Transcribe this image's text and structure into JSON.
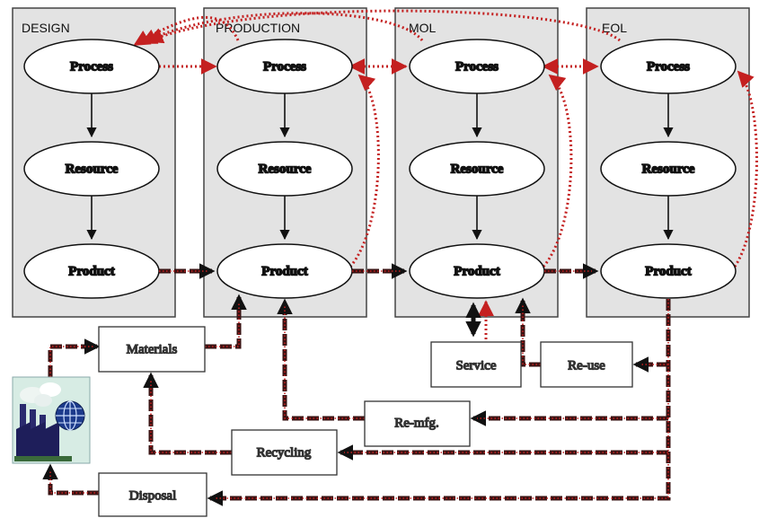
{
  "phases": [
    {
      "label": "DESIGN"
    },
    {
      "label": "PRODUCTION"
    },
    {
      "label": "MOL"
    },
    {
      "label": "EOL"
    }
  ],
  "nodes": {
    "process": "Process",
    "resource": "Resource",
    "product": "Product"
  },
  "boxes": {
    "materials": "Materials",
    "service": "Service",
    "reuse": "Re-use",
    "remfg": "Re-mfg.",
    "recycling": "Recycling",
    "disposal": "Disposal"
  },
  "icons": {
    "factory": "factory-icon",
    "globe": "globe-icon"
  },
  "colors": {
    "panel_fill": "#e3e3e3",
    "panel_stroke": "#444444",
    "arrow": "#111111",
    "dotted_link": "#c42020",
    "flow_dash": "#3a1212",
    "flow_dot": "#c42020"
  }
}
